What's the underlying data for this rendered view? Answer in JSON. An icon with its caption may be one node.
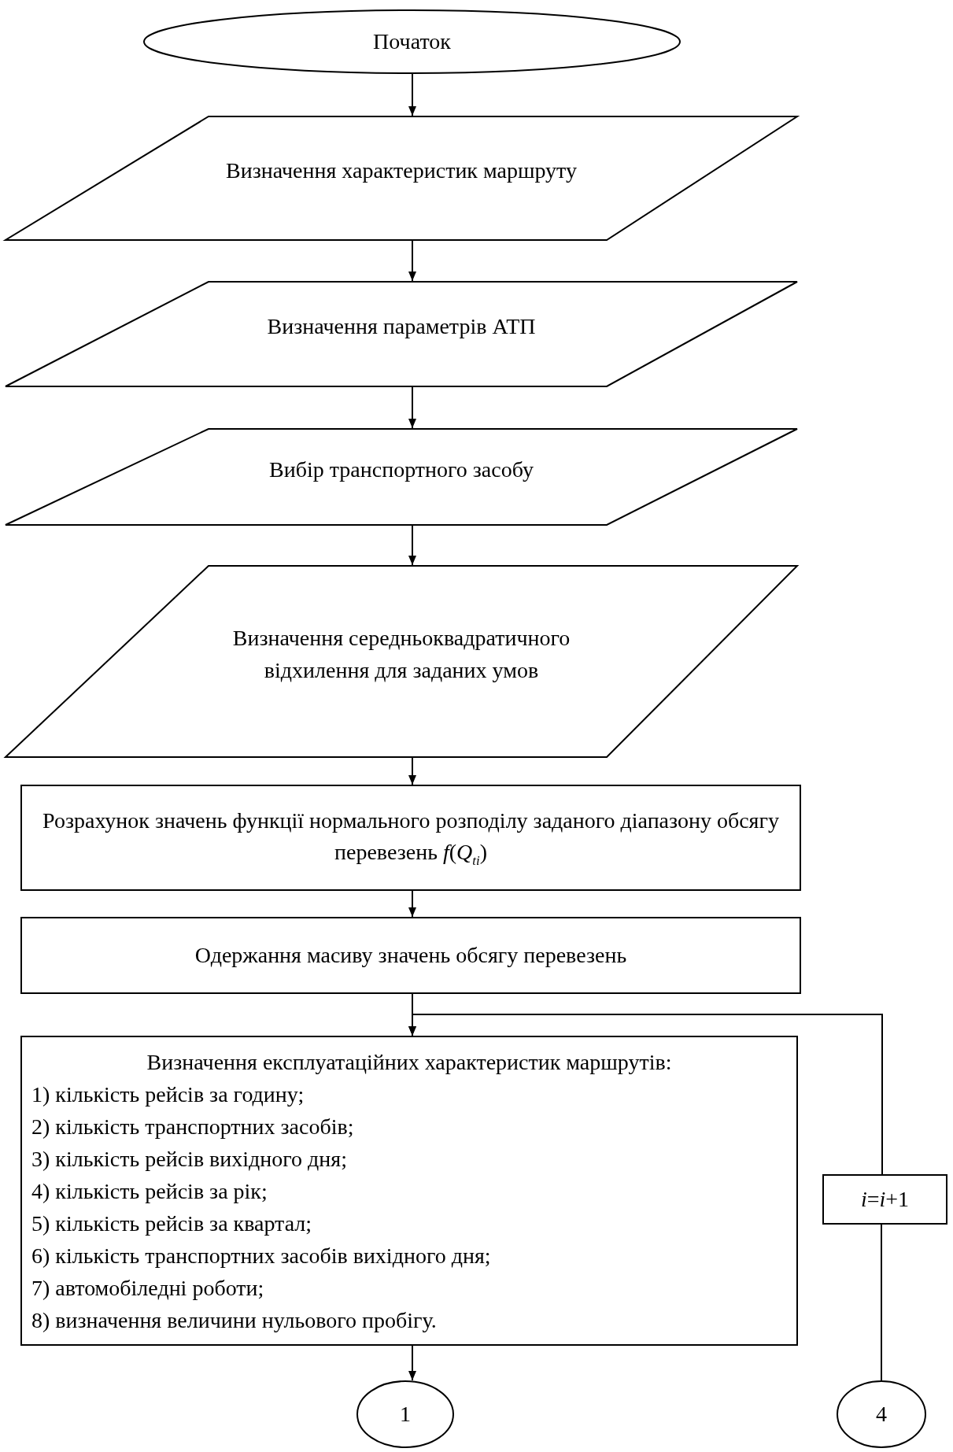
{
  "diagram": {
    "nodes": [
      {
        "text": [
          "Початок"
        ]
      },
      {
        "text": [
          "Визначення характеристик маршруту"
        ]
      },
      {
        "text": [
          "Визначення параметрів АТП"
        ]
      },
      {
        "text": [
          "Вибір транспортного засобу"
        ]
      },
      {
        "text": [
          "Визначення середньоквадратичного відхилення для заданих умов"
        ]
      },
      {
        "text": [
          "Розрахунок значень функції нормального розподілу заданого діапазону обсягу перевезень *f*(*Q*$_{ti}$)"
        ]
      },
      {
        "text": [
          "Одержання масиву значень обсягу перевезень"
        ]
      },
      {
        "text": [
          "Визначення експлуатаційних характеристик маршрутів:",
          "1) кількість рейсів за годину;",
          "2) кількість транспортних засобів;",
          "3) кількість рейсів вихідного дня;",
          "4) кількість рейсів за рік;",
          "5) кількість рейсів за квартал;",
          "6) кількість транспортних засобів вихідного дня;",
          "7) автомобіледні роботи;",
          "8) визначення величини нульового пробігу."
        ]
      },
      {
        "text": [
          "*i*=*i*+1"
        ]
      },
      {
        "text": [
          "1"
        ]
      },
      {
        "text": [
          "4"
        ]
      }
    ],
    "edges": [
      {
        "from": 0,
        "to": 1,
        "arrow": "to"
      },
      {
        "from": 1,
        "to": 2,
        "arrow": "to"
      },
      {
        "from": 2,
        "to": 3,
        "arrow": "to"
      },
      {
        "from": 3,
        "to": 4,
        "arrow": "to"
      },
      {
        "from": 4,
        "to": 5,
        "arrow": "to"
      },
      {
        "from": 5,
        "to": 6,
        "arrow": "to"
      },
      {
        "from": 6,
        "to": 7,
        "arrow": "to"
      },
      {
        "from": 7,
        "to": 9,
        "arrow": "to"
      },
      {
        "from": 10,
        "to": 8,
        "arrow": "none"
      },
      {
        "from": 8,
        "to": 7,
        "arrow": "to"
      }
    ]
  }
}
